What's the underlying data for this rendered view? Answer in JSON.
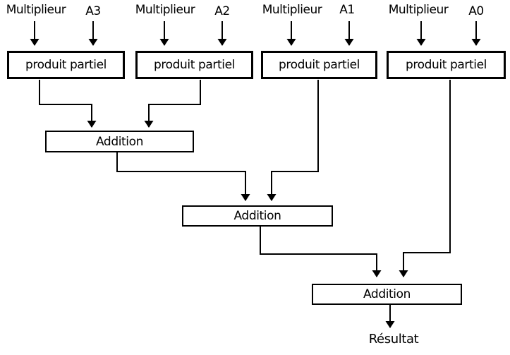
{
  "diagram": {
    "description": "4-bit shift-and-add multiplier dataflow diagram",
    "colors": {
      "line": "#000000",
      "text": "#000000",
      "background": "#ffffff"
    },
    "inputs": [
      {
        "source": "Multiplieur",
        "operand": "A3"
      },
      {
        "source": "Multiplieur",
        "operand": "A2"
      },
      {
        "source": "Multiplieur",
        "operand": "A1"
      },
      {
        "source": "Multiplieur",
        "operand": "A0"
      }
    ],
    "partial_products": [
      "produit partiel",
      "produit partiel",
      "produit partiel",
      "produit partiel"
    ],
    "adders": [
      "Addition",
      "Addition",
      "Addition"
    ],
    "result": "Résultat",
    "icons": [
      "down-arrow-icon"
    ]
  }
}
